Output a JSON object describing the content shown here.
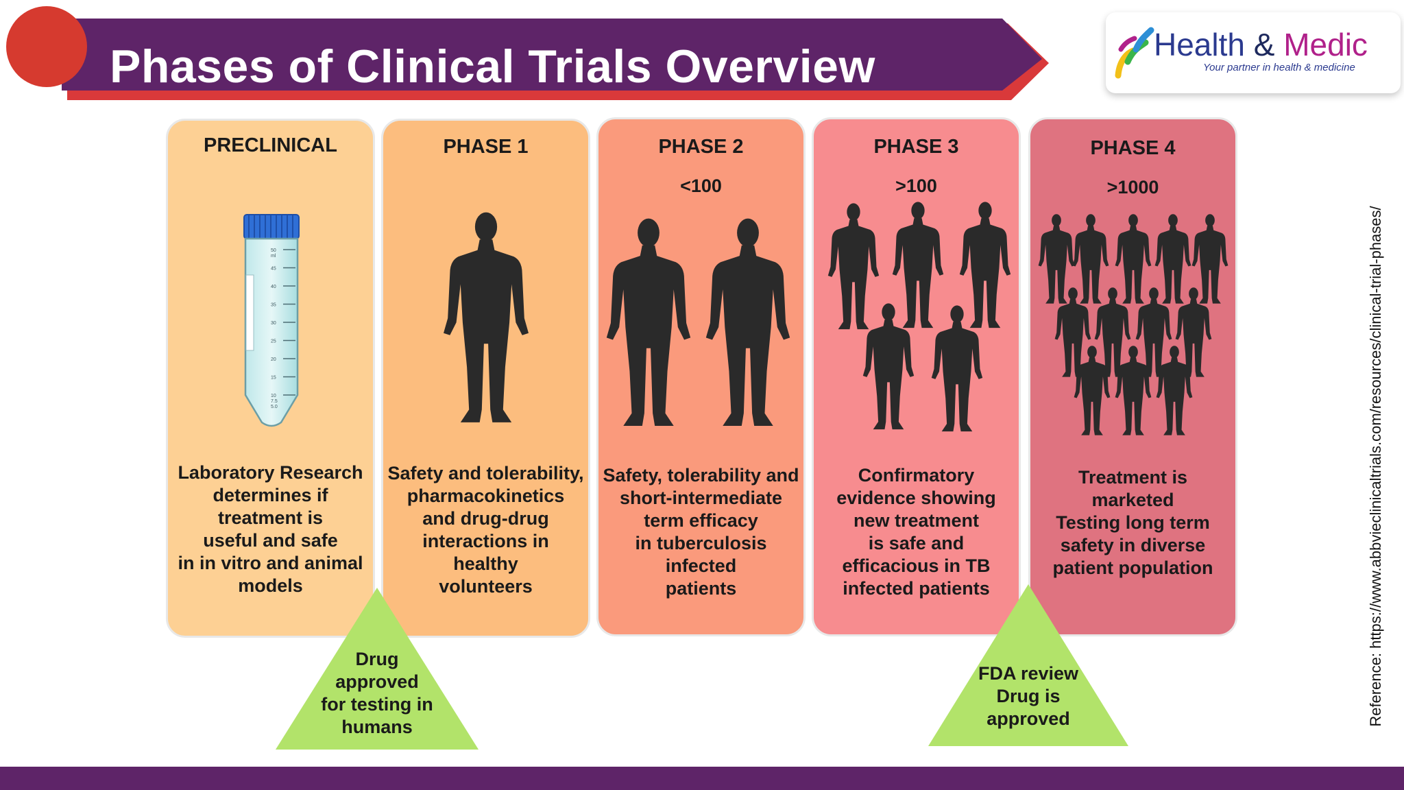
{
  "title": "Phases of Clinical Trials Overview",
  "colors": {
    "banner": "#5e2468",
    "banner_accent": "#d9393a",
    "circle": "#d63a2f",
    "preclinical": "#fdd094",
    "phase1": "#fcbd7e",
    "phase2": "#fa9a7c",
    "phase3": "#f78c8f",
    "phase4": "#df7380",
    "triangle": "#b2e36a",
    "figure": "#2a2a2a",
    "footer": "#5e2468"
  },
  "logo": {
    "word1": "Health",
    "amp": "&",
    "word2": "Medic",
    "tagline": "Your partner in health & medicine"
  },
  "phases": [
    {
      "title": "PRECLINICAL",
      "count": "",
      "icon": "test-tube-icon",
      "description": "Laboratory Research\ndetermines if\ntreatment is\nuseful and safe\nin in vitro and animal\nmodels"
    },
    {
      "title": "PHASE 1",
      "count": "",
      "icon": "person-icon",
      "description": "Safety and tolerability,\npharmacokinetics\nand drug-drug\ninteractions in\nhealthy\nvolunteers"
    },
    {
      "title": "PHASE 2",
      "count": "<100",
      "icon": "person-icon",
      "description": "Safety, tolerability and\nshort-intermediate\nterm efficacy\nin tuberculosis\ninfected\npatients"
    },
    {
      "title": "PHASE 3",
      "count": ">100",
      "icon": "person-icon",
      "description": "Confirmatory\nevidence showing\nnew treatment\nis safe and\nefficacious in TB\ninfected patients"
    },
    {
      "title": "PHASE 4",
      "count": ">1000",
      "icon": "person-icon",
      "description": "Treatment is\nmarketed\nTesting long term\nsafety in diverse\npatient population"
    }
  ],
  "milestones": [
    {
      "label": "Drug\napproved\nfor testing in\nhumans"
    },
    {
      "label": "FDA review\nDrug is\napproved"
    }
  ],
  "tube_marks": [
    "50\nml",
    "45",
    "40",
    "35",
    "30",
    "25",
    "20",
    "15",
    "10\n7.5\n5.0"
  ],
  "reference": "Reference: https://www.abbvieclinicaltrials.com/resources/clinical-trial-phases/"
}
